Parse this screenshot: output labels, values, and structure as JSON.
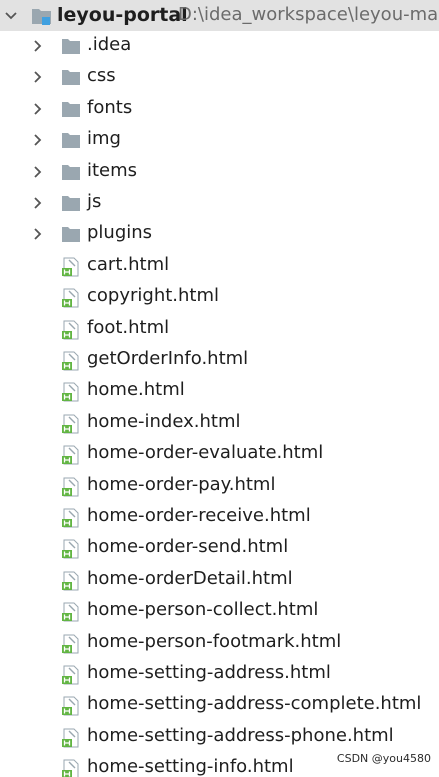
{
  "root": {
    "name": "leyou-portal",
    "path": "D:\\idea_workspace\\leyou-mast"
  },
  "folders": [
    {
      "name": ".idea"
    },
    {
      "name": "css"
    },
    {
      "name": "fonts"
    },
    {
      "name": "img"
    },
    {
      "name": "items"
    },
    {
      "name": "js"
    },
    {
      "name": "plugins"
    }
  ],
  "files": [
    {
      "name": "cart.html"
    },
    {
      "name": "copyright.html"
    },
    {
      "name": "foot.html"
    },
    {
      "name": "getOrderInfo.html"
    },
    {
      "name": "home.html"
    },
    {
      "name": "home-index.html"
    },
    {
      "name": "home-order-evaluate.html"
    },
    {
      "name": "home-order-pay.html"
    },
    {
      "name": "home-order-receive.html"
    },
    {
      "name": "home-order-send.html"
    },
    {
      "name": "home-orderDetail.html"
    },
    {
      "name": "home-person-collect.html"
    },
    {
      "name": "home-person-footmark.html"
    },
    {
      "name": "home-setting-address.html"
    },
    {
      "name": "home-setting-address-complete.html"
    },
    {
      "name": "home-setting-address-phone.html"
    },
    {
      "name": "home-setting-info.html"
    }
  ],
  "watermark": "CSDN @you4580",
  "colors": {
    "root_background": "#e2e2e2",
    "folder_icon": "#9aa7b0",
    "html_icon_accent": "#62b543"
  }
}
